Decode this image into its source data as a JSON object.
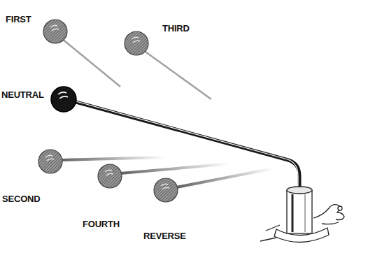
{
  "diagram": {
    "labels": [
      "FIRST",
      "THIRD",
      "NEUTRAL",
      "SECOND",
      "FOURTH",
      "REVERSE"
    ]
  }
}
